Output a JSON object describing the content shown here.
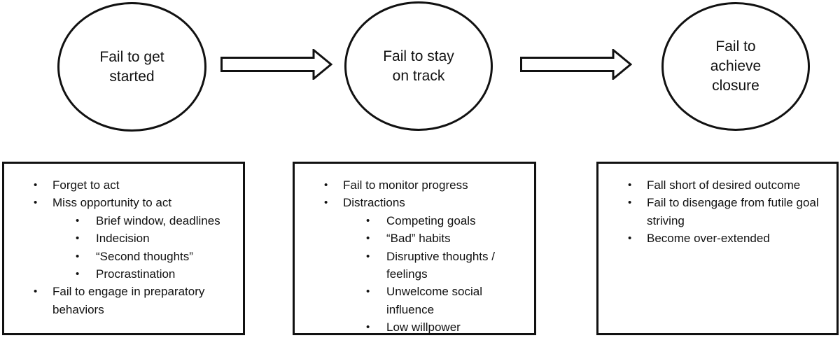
{
  "colors": {
    "ink": "#111111",
    "background": "#ffffff"
  },
  "glyphs": {
    "bullet": "•"
  },
  "stages": [
    {
      "label": "Fail to get\nstarted"
    },
    {
      "label": "Fail to stay\non track"
    },
    {
      "label": "Fail to\nachieve\nclosure"
    }
  ],
  "boxes": [
    {
      "items": [
        {
          "level": 1,
          "text": "Forget to act"
        },
        {
          "level": 1,
          "text": "Miss opportunity to act"
        },
        {
          "level": 2,
          "text": "Brief window, deadlines"
        },
        {
          "level": 2,
          "text": "Indecision"
        },
        {
          "level": 2,
          "text": "“Second thoughts”"
        },
        {
          "level": 2,
          "text": "Procrastination"
        },
        {
          "level": 1,
          "text": "Fail to engage in preparatory behaviors"
        }
      ]
    },
    {
      "items": [
        {
          "level": 1,
          "text": "Fail to monitor progress"
        },
        {
          "level": 1,
          "text": "Distractions"
        },
        {
          "level": 2,
          "text": "Competing goals"
        },
        {
          "level": 2,
          "text": "“Bad” habits"
        },
        {
          "level": 2,
          "text": "Disruptive thoughts / feelings"
        },
        {
          "level": 2,
          "text": "Unwelcome social influence"
        },
        {
          "level": 2,
          "text": "Low willpower"
        }
      ]
    },
    {
      "items": [
        {
          "level": 1,
          "text": "Fall short of desired outcome"
        },
        {
          "level": 1,
          "text": "Fail to disengage from futile goal striving"
        },
        {
          "level": 1,
          "text": "Become over-extended"
        }
      ]
    }
  ]
}
